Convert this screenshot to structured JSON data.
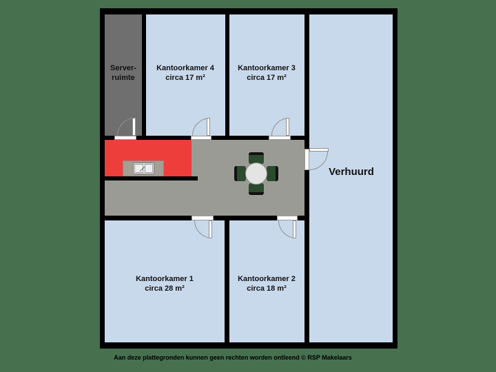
{
  "colors": {
    "background": "#47704F",
    "room_fill": "#C9D9EC",
    "server_fill": "#6F6F6F",
    "corridor_fill": "#9B9B95",
    "kitchen_fill": "#EE3E3B",
    "counter_fill": "#A59E95",
    "wall": "#000000",
    "chair_green": "#2C4A2E"
  },
  "rooms": {
    "server": {
      "line1": "Server-",
      "line2": "ruimte"
    },
    "kantoorkamer4": {
      "name": "Kantoorkamer 4",
      "area": "circa 17 m²"
    },
    "kantoorkamer3": {
      "name": "Kantoorkamer 3",
      "area": "circa 17 m²"
    },
    "kantoorkamer1": {
      "name": "Kantoorkamer 1",
      "area": "circa 28 m²"
    },
    "kantoorkamer2": {
      "name": "Kantoorkamer 2",
      "area": "circa 18 m²"
    },
    "verhuurd": {
      "name": "Verhuurd"
    }
  },
  "caption": "Aan deze plattegronden kunnen geen rechten worden ontleend © RSP Makelaars"
}
